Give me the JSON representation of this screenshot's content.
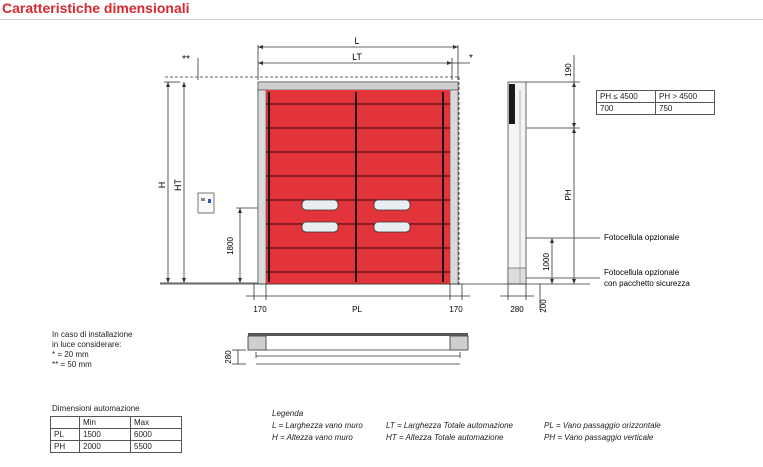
{
  "title": "Caratteristiche dimensionali",
  "dims": {
    "L": "L",
    "LT": "LT",
    "star2": "**",
    "star1": "*",
    "H": "H",
    "HT": "HT",
    "d1800": "1800",
    "d170a": "170",
    "PL": "PL",
    "d170b": "170",
    "d190": "190",
    "PH": "PH",
    "d1000": "1000",
    "d280": "280",
    "d200": "200",
    "d280b": "280"
  },
  "side_labels": {
    "fotocellula": "Fotocellula opzionale",
    "fotocellula_sic_1": "Fotocellula opzionale",
    "fotocellula_sic_2": "con pacchetto sicurezza"
  },
  "ph_table": {
    "headers": [
      "PH ≤ 4500",
      "PH > 4500"
    ],
    "values": [
      "700",
      "750"
    ]
  },
  "install_note": {
    "line1": "In caso di installazione",
    "line2": "in luce considerare:",
    "line3": "*  = 20 mm",
    "line4": "** = 50 mm"
  },
  "automation": {
    "title": "Dimensioni automazione",
    "headers": [
      "",
      "Min",
      "Max"
    ],
    "rows": [
      [
        "PL",
        "1500",
        "6000"
      ],
      [
        "PH",
        "2000",
        "5500"
      ]
    ]
  },
  "legenda": {
    "title": "Legenda",
    "rows": [
      [
        "L  =  Larghezza vano muro",
        "LT  =  Larghezza Totale automazione",
        "PL  =  Vano passaggio orizzontale"
      ],
      [
        "H  =  Altezza vano muro",
        "HT  =  Altezza Totale automazione",
        "PH  =  Vano passaggio verticale"
      ]
    ]
  },
  "colors": {
    "accent": "#d8292f",
    "door_red": "#e2343a",
    "frame_grey": "#c9c9c9"
  }
}
